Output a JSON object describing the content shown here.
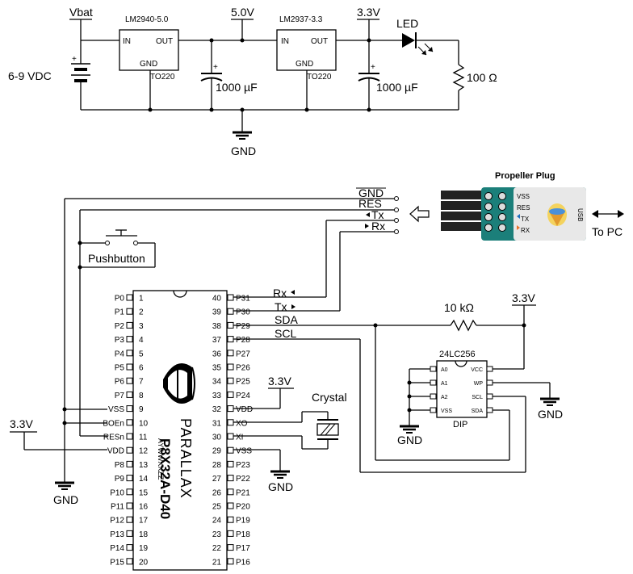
{
  "power": {
    "vbat": "Vbat",
    "v5": "5.0V",
    "v33": "3.3V",
    "supply": "6-9 VDC",
    "reg1_name": "LM2940-5.0",
    "reg2_name": "LM2937-3.3",
    "reg_in": "IN",
    "reg_out": "OUT",
    "reg_gnd": "GND",
    "package": "TO220",
    "cap": "1000 µF",
    "led": "LED",
    "resistor": "100 Ω",
    "gnd": "GND"
  },
  "plug": {
    "title": "Propeller Plug",
    "pc": "To PC",
    "lines": [
      "GND",
      "RES",
      "Tx",
      "Rx"
    ],
    "board": [
      "VSS",
      "RES",
      "TX",
      "RX"
    ],
    "usb": "USB"
  },
  "chip": {
    "name": "P8X32A-D40",
    "brand": "PARALLAX",
    "code": "AYWWXXZZ",
    "left": [
      {
        "num": "1",
        "name": "P0"
      },
      {
        "num": "2",
        "name": "P1"
      },
      {
        "num": "3",
        "name": "P2"
      },
      {
        "num": "4",
        "name": "P3"
      },
      {
        "num": "5",
        "name": "P4"
      },
      {
        "num": "6",
        "name": "P5"
      },
      {
        "num": "7",
        "name": "P6"
      },
      {
        "num": "8",
        "name": "P7"
      },
      {
        "num": "9",
        "name": "VSS"
      },
      {
        "num": "10",
        "name": "BOEn"
      },
      {
        "num": "11",
        "name": "RESn"
      },
      {
        "num": "12",
        "name": "VDD"
      },
      {
        "num": "13",
        "name": "P8"
      },
      {
        "num": "14",
        "name": "P9"
      },
      {
        "num": "15",
        "name": "P10"
      },
      {
        "num": "16",
        "name": "P11"
      },
      {
        "num": "17",
        "name": "P12"
      },
      {
        "num": "18",
        "name": "P13"
      },
      {
        "num": "19",
        "name": "P14"
      },
      {
        "num": "20",
        "name": "P15"
      }
    ],
    "right": [
      {
        "num": "40",
        "name": "P31"
      },
      {
        "num": "39",
        "name": "P30"
      },
      {
        "num": "38",
        "name": "P29"
      },
      {
        "num": "37",
        "name": "P28"
      },
      {
        "num": "36",
        "name": "P27"
      },
      {
        "num": "35",
        "name": "P26"
      },
      {
        "num": "34",
        "name": "P25"
      },
      {
        "num": "33",
        "name": "P24"
      },
      {
        "num": "32",
        "name": "VDD"
      },
      {
        "num": "31",
        "name": "XO"
      },
      {
        "num": "30",
        "name": "XI"
      },
      {
        "num": "29",
        "name": "VSS"
      },
      {
        "num": "28",
        "name": "P23"
      },
      {
        "num": "27",
        "name": "P22"
      },
      {
        "num": "26",
        "name": "P21"
      },
      {
        "num": "25",
        "name": "P20"
      },
      {
        "num": "24",
        "name": "P19"
      },
      {
        "num": "23",
        "name": "P18"
      },
      {
        "num": "22",
        "name": "P17"
      },
      {
        "num": "21",
        "name": "P16"
      }
    ]
  },
  "signals": {
    "rx": "Rx",
    "tx": "Tx",
    "sda": "SDA",
    "scl": "SCL"
  },
  "misc": {
    "pushbutton": "Pushbutton",
    "crystal": "Crystal",
    "v33": "3.3V",
    "gnd": "GND",
    "resistor10k": "10 kΩ"
  },
  "eeprom": {
    "name": "24LC256",
    "package": "DIP",
    "left": [
      "A0",
      "A1",
      "A2",
      "VSS"
    ],
    "right": [
      "VCC",
      "WP",
      "SCL",
      "SDA"
    ]
  }
}
